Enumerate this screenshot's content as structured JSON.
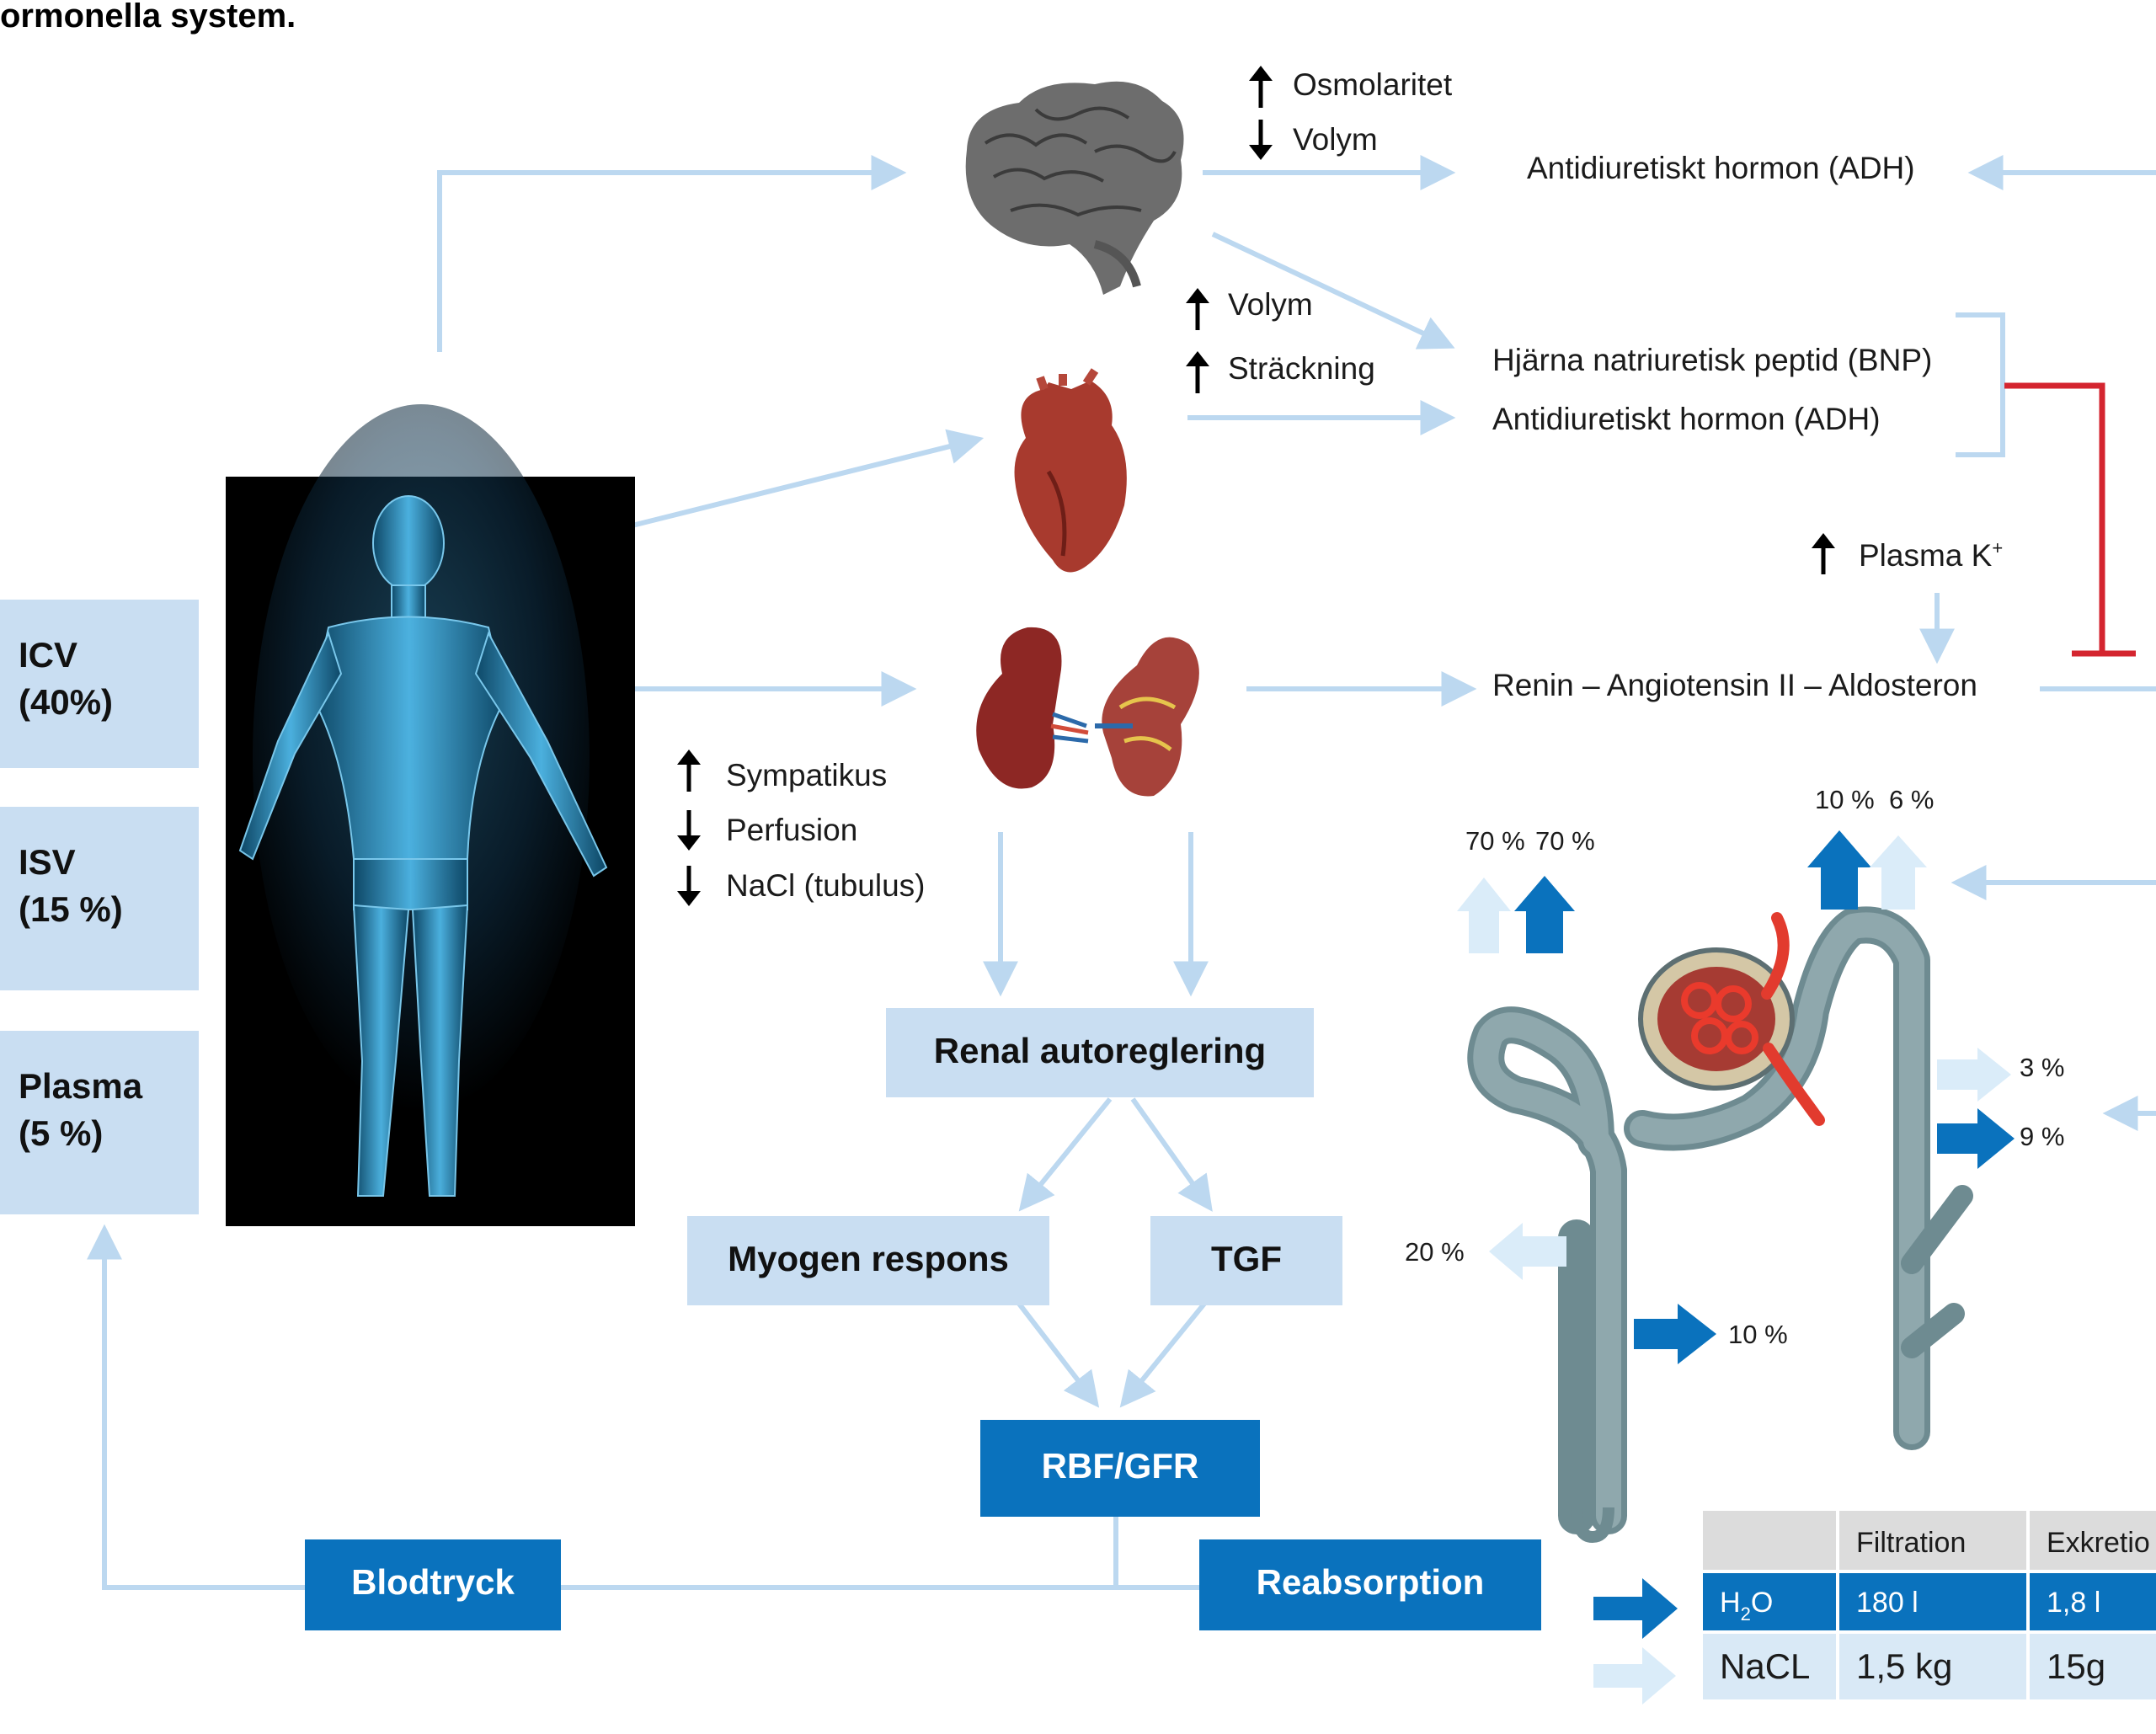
{
  "title": "ormonella system.",
  "labels": {
    "osmolaritet": "Osmolaritet",
    "volym_brain": "Volym",
    "adh_top": "Antidiuretiskt hormon (ADH)",
    "volym_heart": "Volym",
    "strackning": "Sträckning",
    "bnp": "Hjärna natriuretisk peptid (BNP)",
    "adh_heart": "Antidiuretiskt hormon (ADH)",
    "plasma_k": "Plasma K",
    "plasma_k_sup": "+",
    "raas": "Renin – Angiotensin II – Aldosteron",
    "sympatikus": "Sympatikus",
    "perfusion": "Perfusion",
    "nacl_tubulus": "NaCl (tubulus)"
  },
  "compartments": [
    {
      "line1": "ICV",
      "line2": "(40%)"
    },
    {
      "line1": "ISV",
      "line2": "(15 %)"
    },
    {
      "line1": "Plasma",
      "line2": "(5 %)"
    }
  ],
  "boxes": {
    "renal": "Renal autoreglering",
    "myogen": "Myogen respons",
    "tgf": "TGF",
    "rbf": "RBF/GFR",
    "blodtryck": "Blodtryck",
    "reabsorption": "Reabsorption"
  },
  "percentages": {
    "p70a": "70 %",
    "p70b": "70 %",
    "p10a": "10 %",
    "p6": "6 %",
    "p3": "3 %",
    "p9": "9 %",
    "p20": "20 %",
    "p10b": "10 %"
  },
  "table": {
    "headers": [
      "Filtration",
      "Exkretio"
    ],
    "rows": [
      {
        "label": "H",
        "sub": "2",
        "label2": "O",
        "filtration": "180 l",
        "exkretion": "1,8 l"
      },
      {
        "label": "NaCL",
        "filtration": "1,5 kg",
        "exkretion": "15g"
      }
    ]
  },
  "colors": {
    "light_blue": "#c9def2",
    "dark_blue": "#0a72bd",
    "inhibit_red": "#d4252f",
    "arrow_light": "#bcd8f0"
  },
  "icons": {
    "brain": "brain-icon",
    "heart": "heart-icon",
    "kidneys": "kidneys-icon",
    "body": "human-body-icon",
    "nephron": "nephron-icon"
  }
}
